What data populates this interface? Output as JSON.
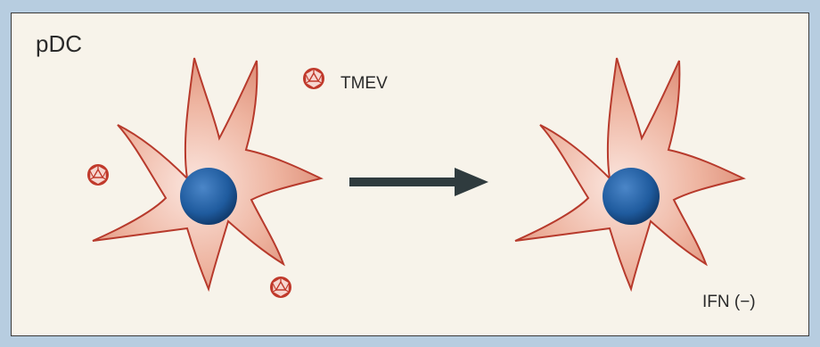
{
  "panel_title": "pDC",
  "virus_label": "TMEV",
  "result_label": "IFN (−)",
  "icons": {
    "cell": "dendritic-cell-icon",
    "virus": "virus-particle-icon",
    "arrow": "right-arrow-icon"
  },
  "colors": {
    "background": "#b7cde0",
    "panel": "#f7f3ea",
    "cell_fill": "#e9a28c",
    "cell_outline": "#b73a2c",
    "nucleus": "#1f5b9e",
    "virus": "#c0392b",
    "arrow": "#2f3b3e"
  }
}
